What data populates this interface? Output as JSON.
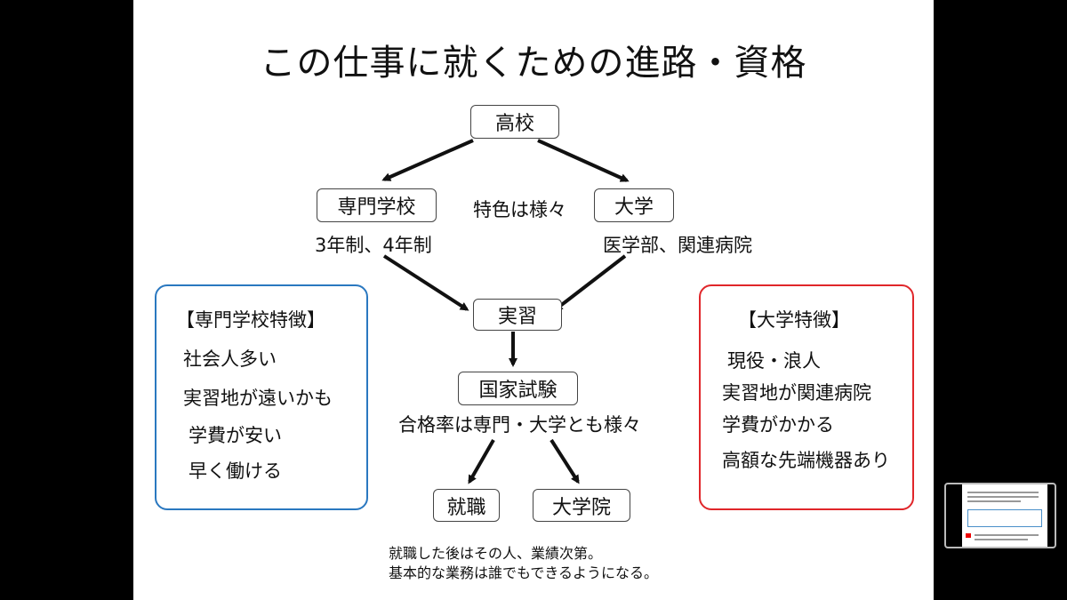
{
  "title": "この仕事に就くための進路・資格",
  "nodes": {
    "high_school": "高校",
    "vocational": "専門学校",
    "university": "大学",
    "practicum": "実習",
    "national_exam": "国家試験",
    "employment": "就職",
    "graduate_school": "大学院"
  },
  "annotations": {
    "features_vary": "特色は様々",
    "vocational_years": "3年制、4年制",
    "university_detail": "医学部、関連病院",
    "pass_rate": "合格率は専門・大学とも様々"
  },
  "left_panel": {
    "heading": "【専門学校特徴】",
    "items": [
      "社会人多い",
      "実習地が遠いかも",
      "学費が安い",
      "早く働ける"
    ]
  },
  "right_panel": {
    "heading": "【大学特徴】",
    "items": [
      "現役・浪人",
      "実習地が関連病院",
      "学費がかかる",
      "高額な先端機器あり"
    ]
  },
  "footer": {
    "line1": "就職した後はその人、業績次第。",
    "line2": "基本的な業務は誰でもできるようになる。"
  },
  "colors": {
    "left_panel_border": "#2a78c0",
    "right_panel_border": "#e0262a",
    "arrow": "#111111"
  }
}
